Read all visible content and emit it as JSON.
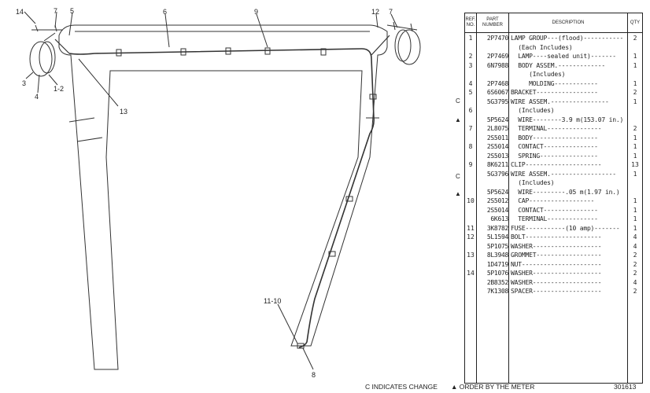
{
  "callouts": {
    "c14": "14",
    "c7a": "7",
    "c5": "5",
    "c6": "6",
    "c9": "9",
    "c12": "12",
    "c7b": "7",
    "c3": "3",
    "c4": "4",
    "c1_2": "1-2",
    "c13": "13",
    "c11_10": "11-10",
    "c8": "8"
  },
  "table": {
    "headers": {
      "ref": "REF.\nNO.",
      "part": "PART\nNUMBER",
      "desc": "DESCRIPTION",
      "qty": "QTY"
    },
    "rows": [
      {
        "ref": "1",
        "part": "2P7470",
        "desc": "LAMP GROUP---(flood)-----------",
        "qty": "2"
      },
      {
        "ref": "",
        "part": "",
        "desc": "  (Each Includes)",
        "qty": ""
      },
      {
        "ref": "2",
        "part": "2P7469",
        "desc": "  LAMP----sealed unit)-------",
        "qty": "1"
      },
      {
        "ref": "3",
        "part": "6N7988",
        "desc": "  BODY ASSEM.-------------",
        "qty": "1"
      },
      {
        "ref": "",
        "part": "",
        "desc": "     (Includes)",
        "qty": ""
      },
      {
        "ref": "4",
        "part": "2P7468",
        "desc": "     MOLDING------------",
        "qty": "1"
      },
      {
        "ref": "5",
        "part": "6S6067",
        "desc": "BRACKET-----------------",
        "qty": "2"
      },
      {
        "ref": "",
        "part": "5G3795",
        "desc": "WIRE ASSEM.----------------",
        "qty": "1"
      },
      {
        "ref": "6",
        "part": "",
        "desc": "  (Includes)",
        "qty": ""
      },
      {
        "ref": "",
        "part": "5P5624",
        "desc": "  WIRE--------3.9 m(153.07 in.)",
        "qty": ""
      },
      {
        "ref": "7",
        "part": "2L8075",
        "desc": "  TERMINAL---------------",
        "qty": "2"
      },
      {
        "ref": "",
        "part": "2S5011",
        "desc": "  BODY------------------",
        "qty": "1"
      },
      {
        "ref": "8",
        "part": "2S5014",
        "desc": "  CONTACT---------------",
        "qty": "1"
      },
      {
        "ref": "",
        "part": "2S5013",
        "desc": "  SPRING----------------",
        "qty": "1"
      },
      {
        "ref": "9",
        "part": "8K6211",
        "desc": "CLIP---------------------",
        "qty": "13"
      },
      {
        "ref": "",
        "part": "5G3796",
        "desc": "WIRE ASSEM.------------------",
        "qty": "1"
      },
      {
        "ref": "",
        "part": "",
        "desc": "  (Includes)",
        "qty": ""
      },
      {
        "ref": "",
        "part": "5P5624",
        "desc": "  WIRE---------.05 m(1.97 in.)",
        "qty": ""
      },
      {
        "ref": "10",
        "part": "2S5012",
        "desc": "  CAP------------------",
        "qty": "1"
      },
      {
        "ref": "",
        "part": "2S5014",
        "desc": "  CONTACT---------------",
        "qty": "1"
      },
      {
        "ref": "",
        "part": "6K613",
        "desc": "  TERMINAL--------------",
        "qty": "1"
      },
      {
        "ref": "11",
        "part": "3K8782",
        "desc": "FUSE-----------(10 amp)-------",
        "qty": "1"
      },
      {
        "ref": "12",
        "part": "5L1594",
        "desc": "BOLT---------------------",
        "qty": "4"
      },
      {
        "ref": "",
        "part": "5P1075",
        "desc": "WASHER-------------------",
        "qty": "4"
      },
      {
        "ref": "13",
        "part": "8L3948",
        "desc": "GROMMET------------------",
        "qty": "2"
      },
      {
        "ref": "",
        "part": "1D4719",
        "desc": "NUT----------------------",
        "qty": "2"
      },
      {
        "ref": "14",
        "part": "5P1076",
        "desc": "WASHER-------------------",
        "qty": "2"
      },
      {
        "ref": "",
        "part": "2B8352",
        "desc": "WASHER-------------------",
        "qty": "4"
      },
      {
        "ref": "",
        "part": "7K1308",
        "desc": "SPACER-------------------",
        "qty": "2"
      }
    ],
    "markers": [
      "C",
      "▲",
      "C",
      "▲"
    ]
  },
  "footer": {
    "legend_change": "C INDICATES CHANGE",
    "legend_meter": "▲ ORDER BY THE METER",
    "illustration_number": "301613"
  }
}
